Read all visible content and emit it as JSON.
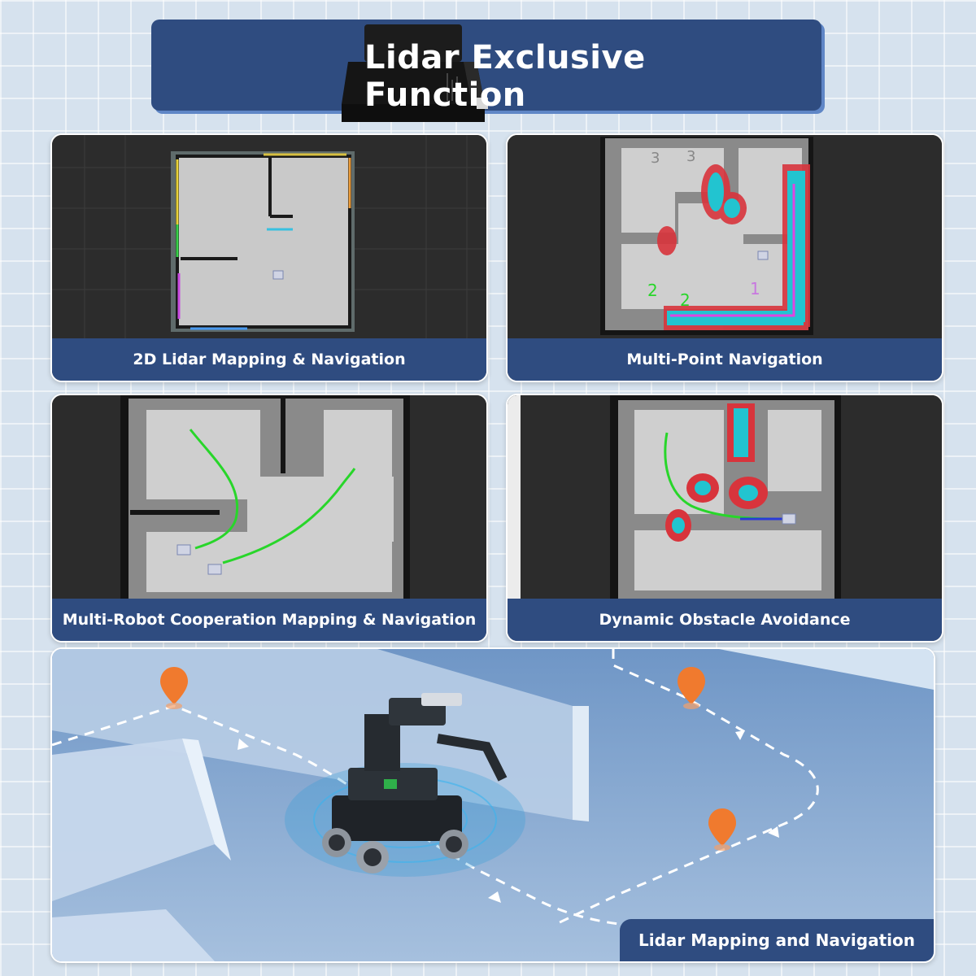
{
  "header": {
    "title": "Lidar Exclusive Function"
  },
  "panels": [
    {
      "caption": "2D Lidar Mapping & Navigation"
    },
    {
      "caption": "Multi-Point Navigation"
    },
    {
      "caption": "Multi-Robot Cooperation Mapping & Navigation"
    },
    {
      "caption": "Dynamic Obstacle Avoidance"
    }
  ],
  "multipoint_labels": {
    "p1": "1",
    "p2a": "2",
    "p2b": "2",
    "p3a": "3",
    "p3b": "3"
  },
  "bottom": {
    "caption": "Lidar Mapping and Navigation"
  },
  "icons": [
    "lidar-device-icon",
    "robot-icon",
    "map-pin-icon"
  ],
  "colors": {
    "brand_blue": "#2f4c80",
    "path_green": "#28d62a",
    "costmap_red": "#d8343c",
    "costmap_cyan": "#22c4d0",
    "pin_orange": "#f07a2e"
  }
}
